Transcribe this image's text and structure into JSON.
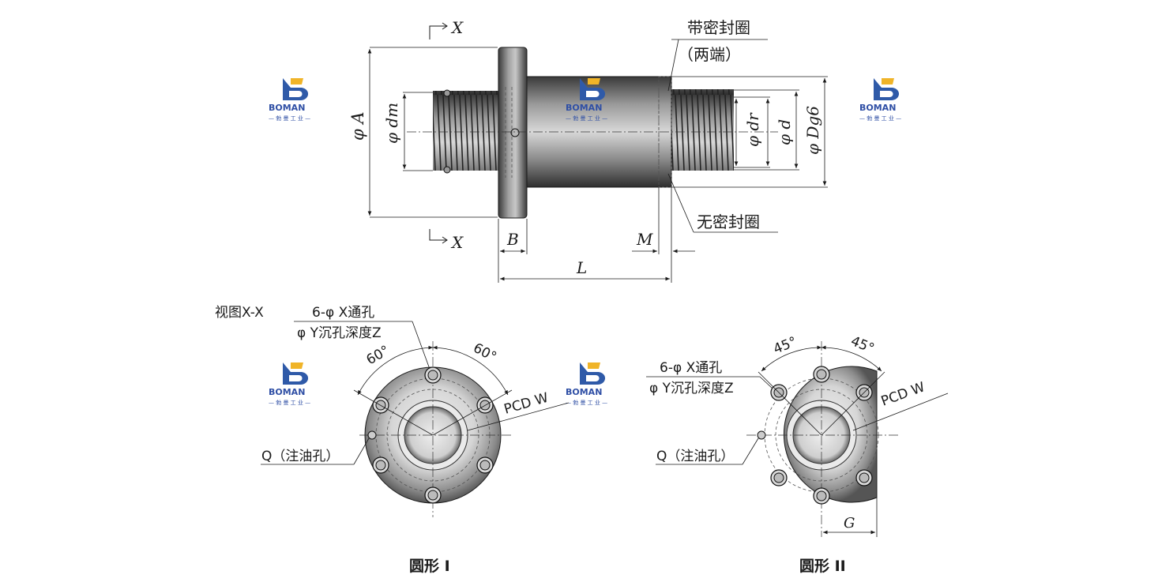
{
  "logo": {
    "brand": "BOMAN",
    "sub": "— 勃 曼 工 业 —",
    "colors": {
      "blue": "#2f5aa8",
      "gold": "#f0b428"
    }
  },
  "side_view": {
    "section_marker": "X",
    "seal_with": "带密封圈",
    "seal_with_note": "（两端）",
    "seal_without": "无密封圈",
    "dims": {
      "A": "φ A",
      "dm": "φ dm",
      "dr": "φ dr",
      "d": "φ d",
      "Dg6": "φ Dg6",
      "B": "B",
      "M": "M",
      "L": "L"
    }
  },
  "view_label": "视图X-X",
  "holes_label_1": "6-φ X通孔",
  "holes_label_2": "φ Y沉孔深度Z",
  "form1": {
    "angle_left": "60°",
    "angle_right": "60°",
    "pcd": "PCD  W",
    "oil_hole": "Q（注油孔）",
    "caption": "圆形 I"
  },
  "form2": {
    "angle_left": "45°",
    "angle_right": "45°",
    "pcd": "PCD  W",
    "oil_hole": "Q（注油孔）",
    "dim_g": "G",
    "caption": "圆形 II"
  }
}
